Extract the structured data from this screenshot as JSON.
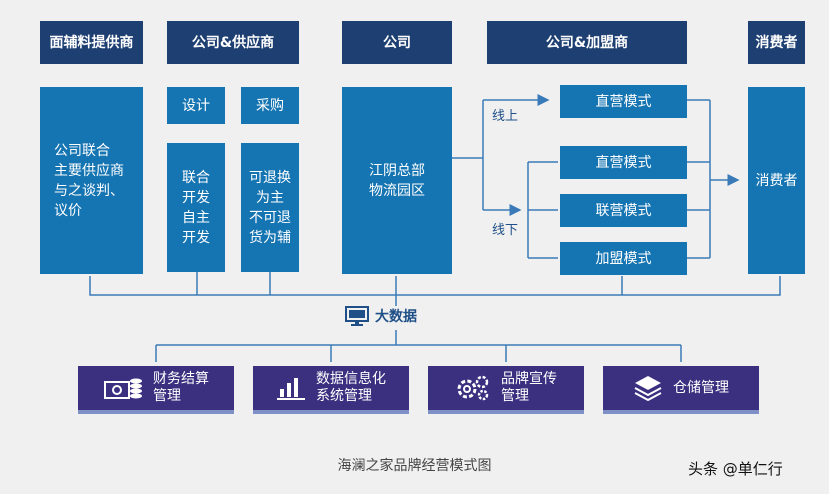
{
  "headers": {
    "col1": "面辅料提供商",
    "col2": "公司&供应商",
    "col3": "公司",
    "col4": "公司&加盟商",
    "col5": "消费者"
  },
  "boxes": {
    "supplier_desc": "公司联合\n主要供应商\n与之谈判、\n议价",
    "design": "设计",
    "purchase": "采购",
    "joint_dev": "联合\n开发\n自主\n开发",
    "return_exchange": "可退换\n为主\n不可退\n货为辅",
    "hq": "江阴总部\n物流园区",
    "direct_online": "直营模式",
    "direct_offline": "直营模式",
    "joint_op": "联营模式",
    "franchise": "加盟模式",
    "consumer": "消费者"
  },
  "labels": {
    "online": "线上",
    "offline": "线下",
    "big_data": "大数据"
  },
  "bottom": {
    "finance": "财务结算\n管理",
    "info": "数据信息化\n系统管理",
    "brand": "品牌宣传\n管理",
    "warehouse": "仓储管理"
  },
  "caption": "海澜之家品牌经营模式图",
  "watermark": "头条 @单仁行",
  "colors": {
    "header": "#1d3f72",
    "box": "#1574b2",
    "bottom": "#3b2f80",
    "line": "#3a7ab8"
  }
}
